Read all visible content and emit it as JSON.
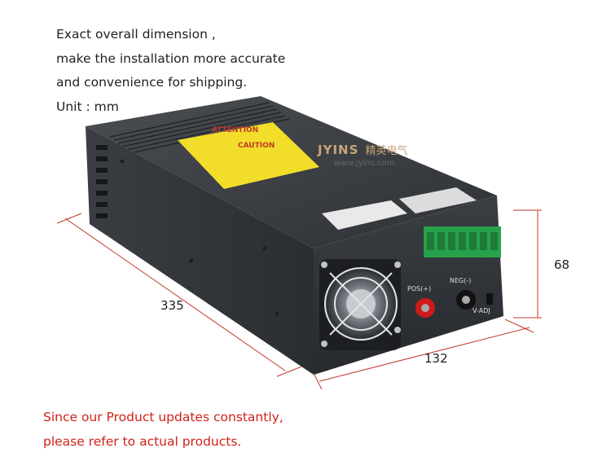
{
  "intro_text": {
    "line1": "Exact overall dimension ,",
    "line2": "make the installation more accurate",
    "line3": "and convenience for shipping.",
    "line4": "Unit : mm"
  },
  "dimensions": {
    "length": "335",
    "width": "132",
    "height": "68"
  },
  "product": {
    "watermark_brand": "JYINS",
    "watermark_cn": "精英电气",
    "watermark_url": "www.jyins.com",
    "label_attention": "ATTENTION",
    "label_caution": "CAUTION",
    "terminal_pos": "POS(+)",
    "terminal_neg": "NEG(-)",
    "vadj": "V-ADJ"
  },
  "footer_note": {
    "line1": "Since our Product updates constantly,",
    "line2": "please refer to actual products."
  }
}
